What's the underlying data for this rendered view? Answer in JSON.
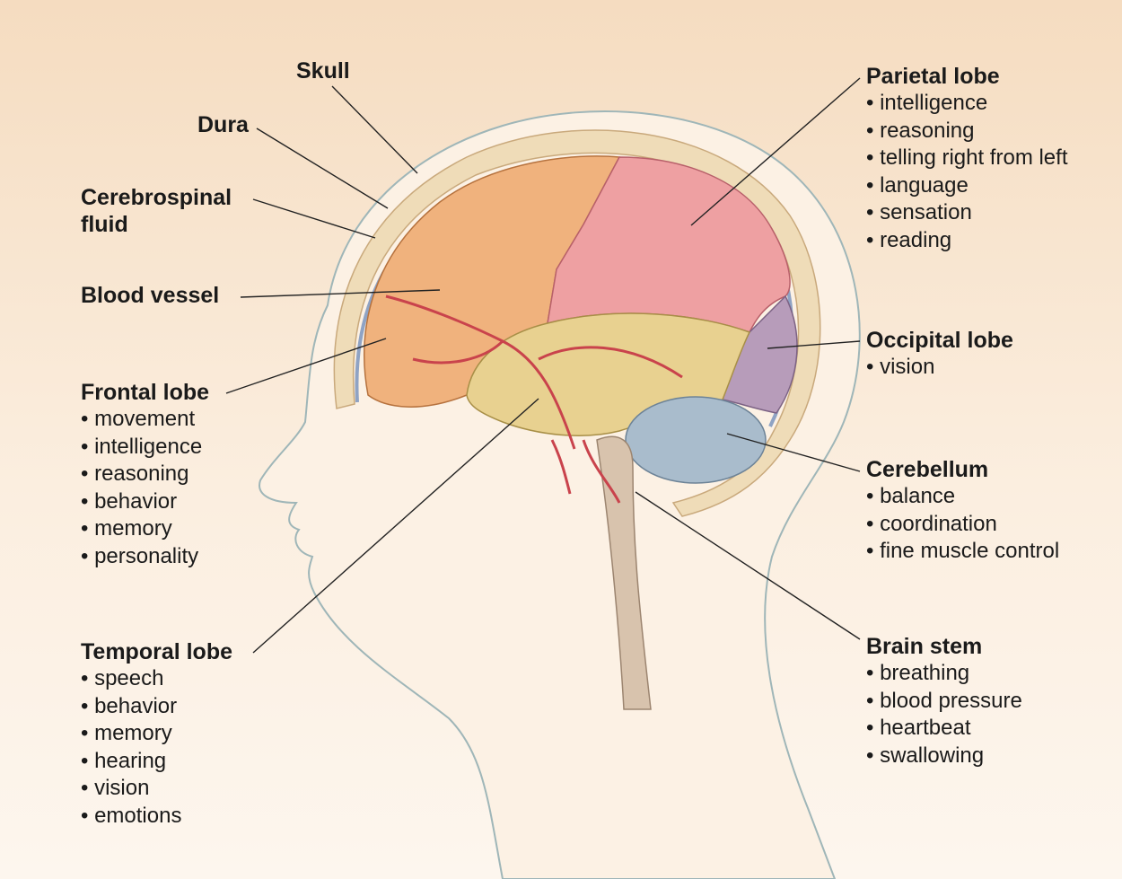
{
  "labels": {
    "skull": "Skull",
    "dura": "Dura",
    "csf_line1": "Cerebrospinal",
    "csf_line2": "fluid",
    "blood_vessel": "Blood vessel",
    "frontal": {
      "title": "Frontal lobe",
      "items": [
        "movement",
        "intelligence",
        "reasoning",
        "behavior",
        "memory",
        "personality"
      ]
    },
    "temporal": {
      "title": "Temporal lobe",
      "items": [
        "speech",
        "behavior",
        "memory",
        "hearing",
        "vision",
        "emotions"
      ]
    },
    "parietal": {
      "title": "Parietal lobe",
      "items": [
        "intelligence",
        "reasoning",
        "telling right from left",
        "language",
        "sensation",
        "reading"
      ]
    },
    "occipital": {
      "title": "Occipital lobe",
      "items": [
        "vision"
      ]
    },
    "cerebellum": {
      "title": "Cerebellum",
      "items": [
        "balance",
        "coordination",
        "fine muscle control"
      ]
    },
    "brain_stem": {
      "title": "Brain stem",
      "items": [
        "breathing",
        "blood pressure",
        "heartbeat",
        "swallowing"
      ]
    }
  },
  "colors": {
    "background": "#f7e6cf",
    "skin": "#fcf1e4",
    "skull": "#efdcb8",
    "frontal_lobe": "#f0b27d",
    "parietal_lobe": "#eea0a2",
    "temporal_lobe": "#e8d190",
    "occipital_lobe": "#b79cba",
    "cerebellum": "#a9bccc",
    "brain_stem": "#d8c3ad",
    "blood_vessel": "#c9434c"
  }
}
